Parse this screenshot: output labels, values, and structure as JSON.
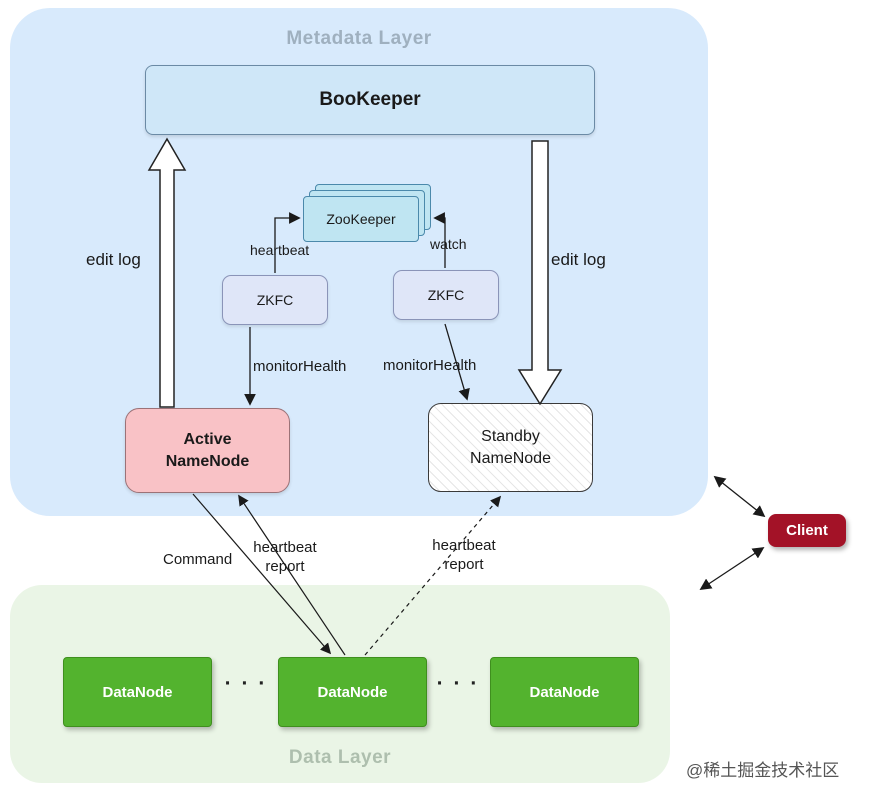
{
  "layers": {
    "metadata": {
      "title": "Metadata Layer"
    },
    "data": {
      "title": "Data Layer"
    }
  },
  "nodes": {
    "bookeeper": "BooKeeper",
    "zookeeper": "ZooKeeper",
    "zkfc_left": "ZKFC",
    "zkfc_right": "ZKFC",
    "active_namenode": "Active NameNode",
    "standby_namenode": "Standby NameNode",
    "datanodes": [
      "DataNode",
      "DataNode",
      "DataNode"
    ],
    "client": "Client"
  },
  "edge_labels": {
    "edit_log_left": "edit log",
    "edit_log_right": "edit log",
    "heartbeat": "heartbeat",
    "watch": "watch",
    "monitor_health_left": "monitorHealth",
    "monitor_health_right": "monitorHealth",
    "command": "Command",
    "heartbeat_report_solid": "heartbeat report",
    "heartbeat_report_dashed": "heartbeat report",
    "ellipsis_left": "· · ·",
    "ellipsis_right": "· · ·"
  },
  "watermark": "@稀土掘金技术社区",
  "colors": {
    "metadata_layer_bg": "#d8eafc",
    "data_layer_bg": "#eaf5e6",
    "bookeeper_bg": "#cfe7f8",
    "zookeeper_bg": "#bfe5f2",
    "zkfc_bg": "#dfe6f8",
    "active_namenode_bg": "#f9c2c6",
    "standby_namenode_border": "#3a3a3a",
    "datanode_bg": "#53b32e",
    "client_bg": "#a31227"
  }
}
